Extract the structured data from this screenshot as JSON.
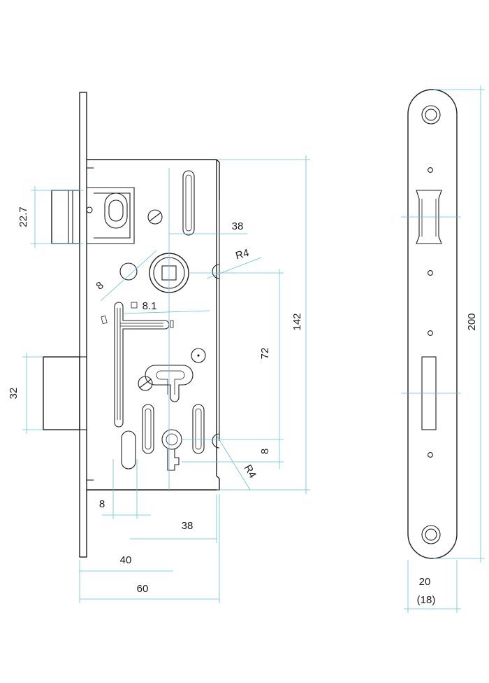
{
  "colors": {
    "outline": "#1e1e1e",
    "dimension_line": "#5fc3d2",
    "text": "#1a1a1a"
  },
  "dimensions": {
    "latch_height": "22.7",
    "bolt_height": "32",
    "spindle_square": "8.1",
    "backset_top": "38",
    "radius_top": "R4",
    "radius_bottom": "R4",
    "hole_dia": "8",
    "height_142": "142",
    "height_72": "72",
    "height_8": "8",
    "bottom_8": "8",
    "bottom_38": "38",
    "backset_40": "40",
    "depth_60": "60",
    "faceplate_length": "200",
    "faceplate_width": "20",
    "faceplate_width_alt": "(18)"
  }
}
